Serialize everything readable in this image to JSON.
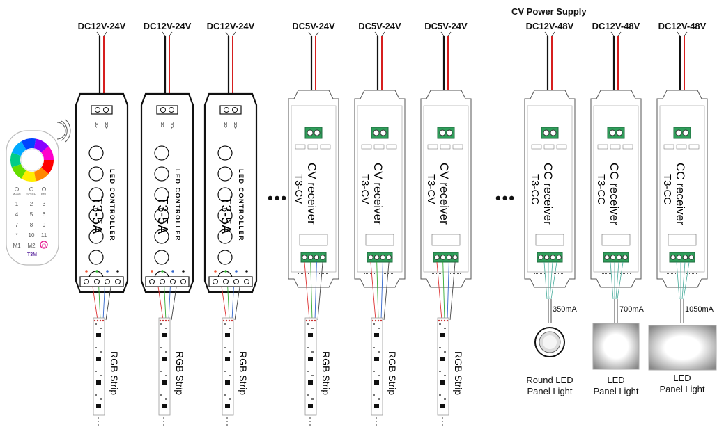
{
  "header": {
    "cv_power_supply": "CV Power Supply"
  },
  "columns": [
    {
      "id": "c1",
      "voltage": "DC12V-24V",
      "type": "controller",
      "model": "T3-5A",
      "side": "LED CONTROLLER",
      "load": "RGB Strip"
    },
    {
      "id": "c2",
      "voltage": "DC12V-24V",
      "type": "controller",
      "model": "T3-5A",
      "side": "LED CONTROLLER",
      "load": "RGB Strip"
    },
    {
      "id": "c3",
      "voltage": "DC12V-24V",
      "type": "controller",
      "model": "T3-5A",
      "side": "LED CONTROLLER",
      "load": "RGB Strip"
    },
    {
      "id": "c4",
      "voltage": "DC5V-24V",
      "type": "cv",
      "title": "CV receiver",
      "model": "T3-CV",
      "load": "RGB Strip"
    },
    {
      "id": "c5",
      "voltage": "DC5V-24V",
      "type": "cv",
      "title": "CV receiver",
      "model": "T3-CV",
      "load": "RGB Strip"
    },
    {
      "id": "c6",
      "voltage": "DC5V-24V",
      "type": "cv",
      "title": "CV receiver",
      "model": "T3-CV",
      "load": "RGB Strip"
    },
    {
      "id": "c7",
      "voltage": "DC12V-48V",
      "type": "cc",
      "title": "CC receiver",
      "model": "T3-CC",
      "current": "350mA",
      "load": "Round LED\nPanel Light"
    },
    {
      "id": "c8",
      "voltage": "DC12V-48V",
      "type": "cc",
      "title": "CC receiver",
      "model": "T3-CC",
      "current": "700mA",
      "load": "LED\nPanel Light"
    },
    {
      "id": "c9",
      "voltage": "DC12V-48V",
      "type": "cc",
      "title": "CC receiver",
      "model": "T3-CC",
      "current": "1050mA",
      "load": "LED\nPanel Light"
    }
  ],
  "ellipsis": "•••",
  "remote": {
    "brand": "T3M",
    "keys": [
      [
        "MODE",
        "SPEED",
        "BRT"
      ],
      [
        "1",
        "2",
        "3"
      ],
      [
        "4",
        "5",
        "6"
      ],
      [
        "7",
        "8",
        "9"
      ],
      [
        "*",
        "10",
        "11"
      ],
      [
        "M1",
        "M2",
        "⏻"
      ]
    ]
  },
  "colors": {
    "wire_red": "#d61f1f",
    "wire_black": "#111111",
    "terminal": "#2f9e5a",
    "accent_ring": "#e4148c"
  }
}
